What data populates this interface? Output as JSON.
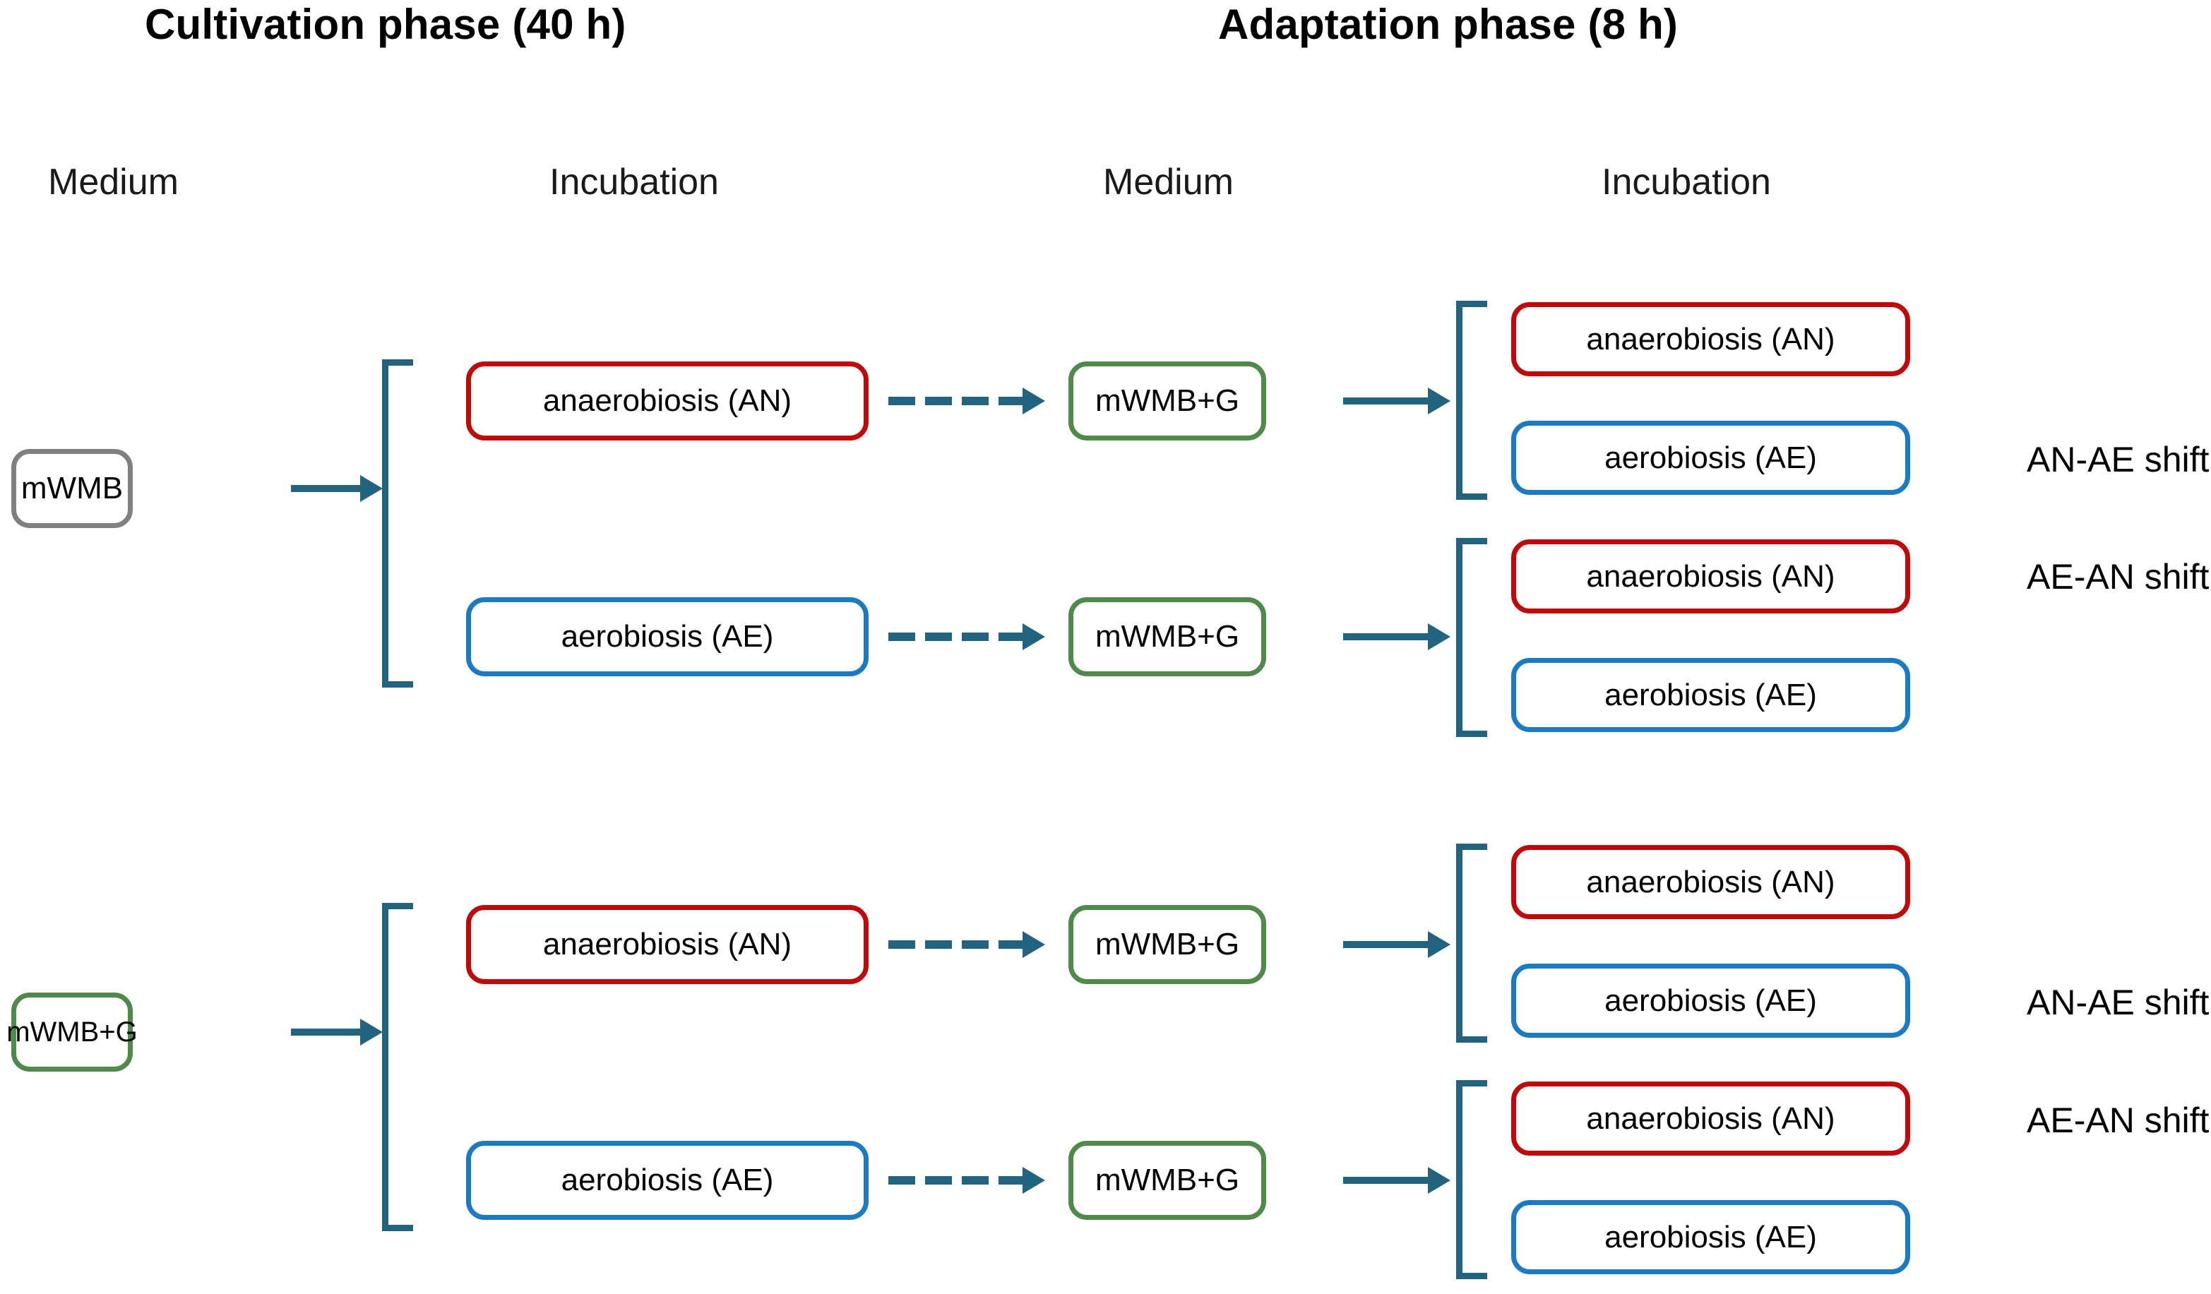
{
  "figure": {
    "title_left": "Cultivation phase  (40 h)",
    "title_right": "Adaptation phase  (8 h)"
  },
  "column_headers": {
    "cultivation_medium": "Medium",
    "cultivation_incubation": "Incubation",
    "adaptation_medium": "Medium",
    "adaptation_incubation": "Incubation"
  },
  "colors": {
    "anaerobiosis": "#BE0A0A",
    "aerobiosis": "#1B7AC2",
    "medium_with_glucose": "#4F8A4B",
    "medium_plain": "#808080",
    "connector": "#22647F",
    "text": "#000000"
  },
  "labels": {
    "medium_plain": "mWMB",
    "medium_glucose": "mWMB+G",
    "anaerobiosis": "anaerobiosis (AN)",
    "aerobiosis": "aerobiosis (AE)",
    "shift_an_ae": "AN-AE shift",
    "shift_ae_an": "AE-AN shift"
  },
  "branches": [
    {
      "id": "branch-mwmb",
      "cultivation_medium": "mWMB",
      "arms": [
        {
          "id": "arm-mwmb-an",
          "cultivation_incubation": "anaerobiosis (AN)",
          "adaptation_medium": "mWMB+G",
          "adaptation_incubation": [
            "anaerobiosis (AN)",
            "aerobiosis (AE)"
          ],
          "shift": "AN-AE shift"
        },
        {
          "id": "arm-mwmb-ae",
          "cultivation_incubation": "aerobiosis (AE)",
          "adaptation_medium": "mWMB+G",
          "adaptation_incubation": [
            "anaerobiosis (AN)",
            "aerobiosis (AE)"
          ],
          "shift": "AE-AN shift"
        }
      ]
    },
    {
      "id": "branch-mwmbg",
      "cultivation_medium": "mWMB+G",
      "arms": [
        {
          "id": "arm-mwmbg-an",
          "cultivation_incubation": "anaerobiosis (AN)",
          "adaptation_medium": "mWMB+G",
          "adaptation_incubation": [
            "anaerobiosis (AN)",
            "aerobiosis (AE)"
          ],
          "shift": "AN-AE shift"
        },
        {
          "id": "arm-mwmbg-ae",
          "cultivation_incubation": "aerobiosis (AE)",
          "adaptation_medium": "mWMB+G",
          "adaptation_incubation": [
            "anaerobiosis (AN)",
            "aerobiosis (AE)"
          ],
          "shift": "AE-AN shift"
        }
      ]
    }
  ]
}
